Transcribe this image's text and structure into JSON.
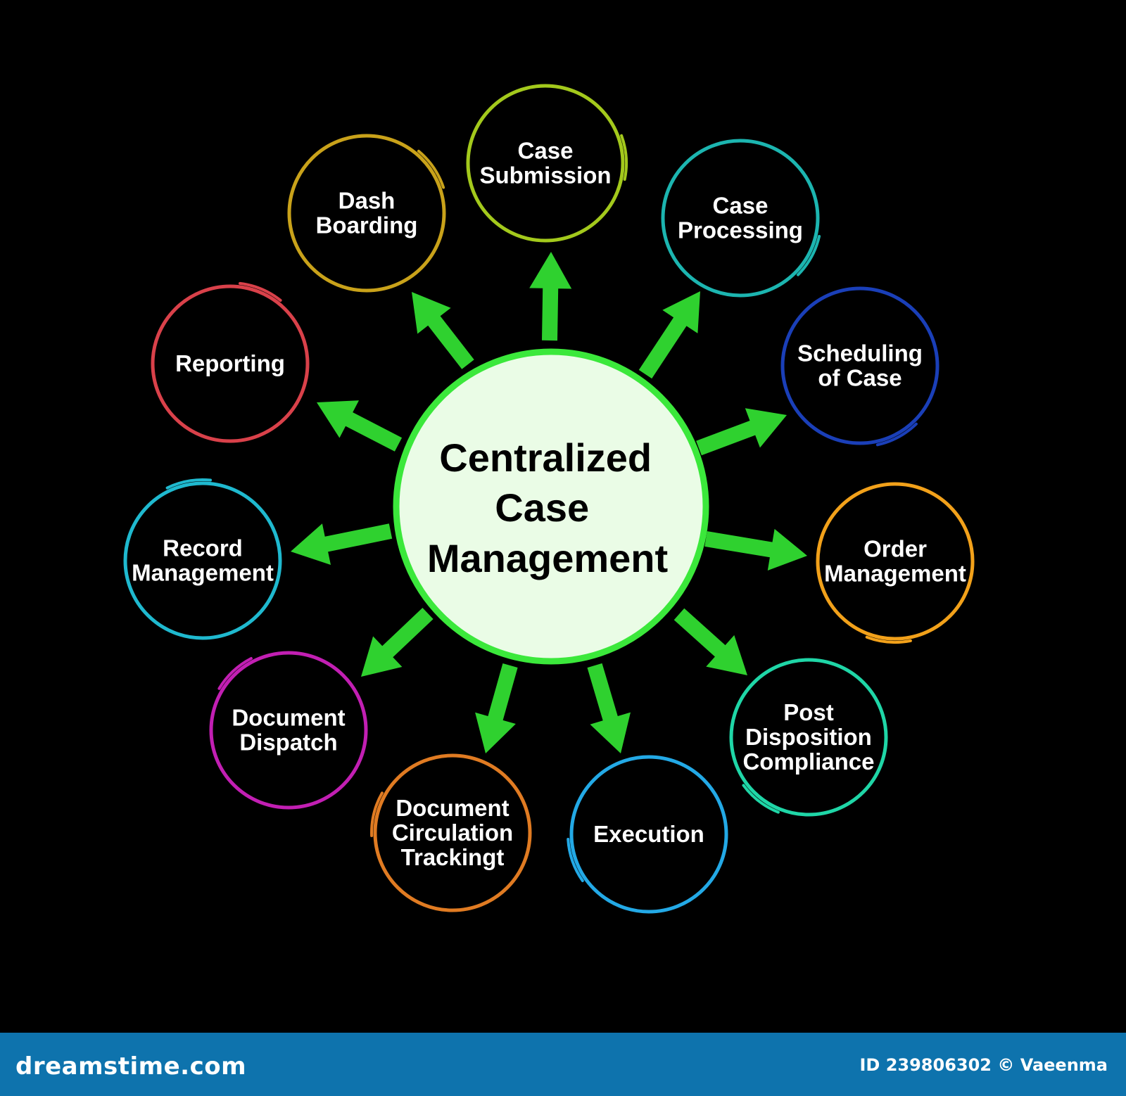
{
  "diagram": {
    "center": {
      "lines": [
        "Centralized",
        "Case",
        "Management"
      ],
      "fill_color": "#eafce6",
      "stroke_color": "#3be83b"
    },
    "arrow_color": "#2fd12f",
    "nodes": [
      {
        "id": "case-submission",
        "lines": [
          "Case",
          "Submission"
        ],
        "color": "#a3c91c"
      },
      {
        "id": "case-processing",
        "lines": [
          "Case",
          "Processing"
        ],
        "color": "#1cb5b0"
      },
      {
        "id": "scheduling-of-case",
        "lines": [
          "Scheduling",
          "of Case"
        ],
        "color": "#1a3fb8"
      },
      {
        "id": "order-management",
        "lines": [
          "Order",
          "Management"
        ],
        "color": "#f2a11a"
      },
      {
        "id": "post-disposition-compliance",
        "lines": [
          "Post",
          "Disposition",
          "Compliance"
        ],
        "color": "#1fd6a7"
      },
      {
        "id": "execution",
        "lines": [
          "Execution"
        ],
        "color": "#23a9e6"
      },
      {
        "id": "document-circulation-tracking",
        "lines": [
          "Document",
          "Circulation",
          "Trackingt"
        ],
        "color": "#e07b22"
      },
      {
        "id": "document-dispatch",
        "lines": [
          "Document",
          "Dispatch"
        ],
        "color": "#c21fb3"
      },
      {
        "id": "record-management",
        "lines": [
          "Record",
          "Management"
        ],
        "color": "#1fb9cf"
      },
      {
        "id": "reporting",
        "lines": [
          "Reporting"
        ],
        "color": "#d9414a"
      },
      {
        "id": "dash-boarding",
        "lines": [
          "Dash",
          "Boarding"
        ],
        "color": "#c9a21a"
      }
    ]
  },
  "footer": {
    "brand": "dreamstime.com",
    "credit": "ID 239806302 © Vaeenma",
    "background_color": "#0e73ad"
  }
}
